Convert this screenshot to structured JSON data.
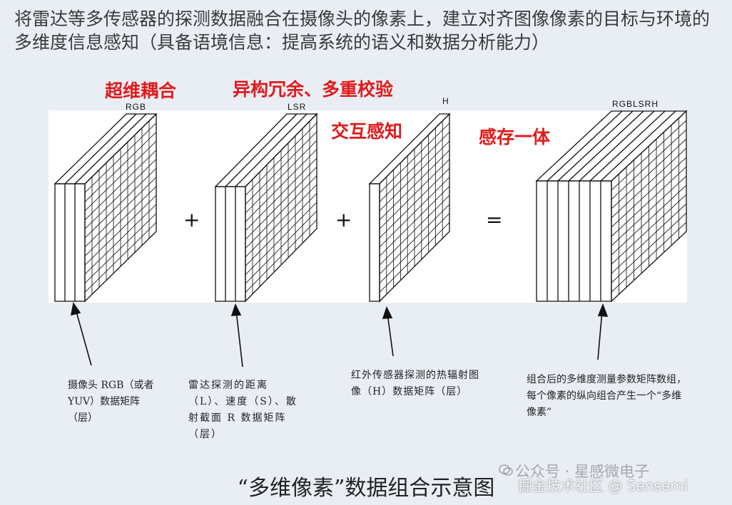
{
  "heading": "将雷达等多传感器的探测数据融合在摄像头的像素上，建立对齐图像像素的目标与环境的多维度信息感知（具备语境信息：提高系统的语义和数据分析能力）",
  "annotations": {
    "a1": "超维耦合",
    "a2": "异构冗余、多重校验",
    "a3": "交互感知",
    "a4": "感存一体"
  },
  "channels": {
    "rgb": "RGB",
    "lsr": "LSR",
    "h": "H",
    "all": "RGBLSRH"
  },
  "operators": {
    "plus1": "+",
    "plus2": "+",
    "equals": "="
  },
  "captions": {
    "camera": "摄像头 RGB（或者 YUV）数据矩阵（层）",
    "radar": "雷达探测的距离（L）、速度（S）、散射截面 R 数据矩阵（层）",
    "infrared": "红外传感器探测的热辐射图像（H）数据矩阵（层）",
    "combined": "组合后的多维度测量参数矩阵数组，每个像素的纵向组合产生一个“多维像素”"
  },
  "title": "“多维像素”数据组合示意图",
  "watermark": {
    "line1": "公众号 · 星感微电子",
    "line2": "掘金技术社区 @ Sensemi"
  },
  "colors": {
    "annotation": "#e01b1b",
    "panel": "#ffffff",
    "background": "#e9eef5"
  }
}
